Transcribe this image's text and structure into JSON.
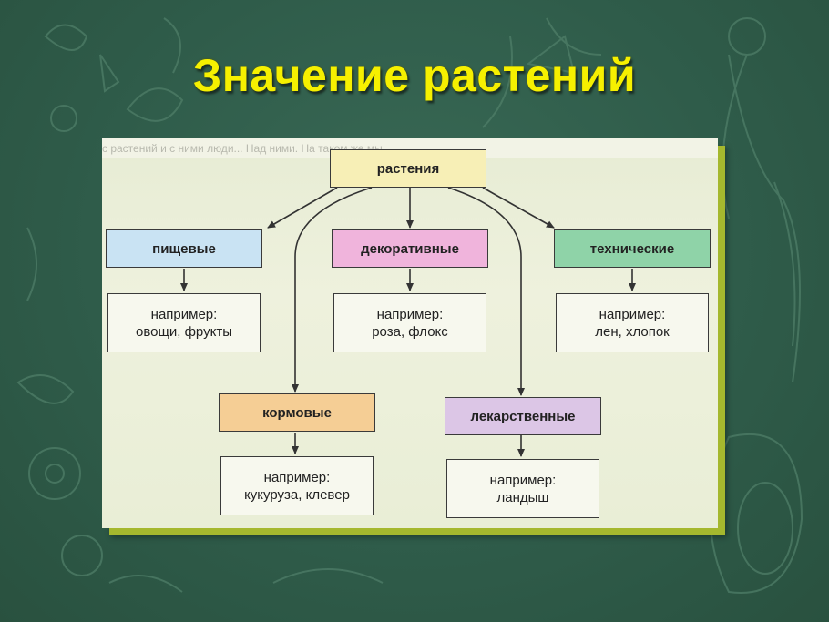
{
  "slide": {
    "title": "Значение растений"
  },
  "strip_text": "с растений и с ними люди... Над ними. На таком же мы",
  "diagram": {
    "root": "растения",
    "categories": [
      {
        "id": "food",
        "label": "пищевые",
        "color": "#c9e3f3",
        "example_line1": "например:",
        "example_line2": "овощи, фрукты"
      },
      {
        "id": "decor",
        "label": "декоративные",
        "color": "#f0b4dc",
        "example_line1": "например:",
        "example_line2": "роза, флокс"
      },
      {
        "id": "tech",
        "label": "технические",
        "color": "#8fd3a8",
        "example_line1": "например:",
        "example_line2": "лен, хлопок"
      },
      {
        "id": "feed",
        "label": "кормовые",
        "color": "#f5ce95",
        "example_line1": "например:",
        "example_line2": "кукуруза, клевер"
      },
      {
        "id": "med",
        "label": "лекарственные",
        "color": "#dcc6e6",
        "example_line1": "например:",
        "example_line2": "ландыш"
      }
    ]
  },
  "colors": {
    "background": "#2f5c4a",
    "title": "#f6f000",
    "root_box": "#f7efb6",
    "card_shadow": "#a5b82e"
  }
}
